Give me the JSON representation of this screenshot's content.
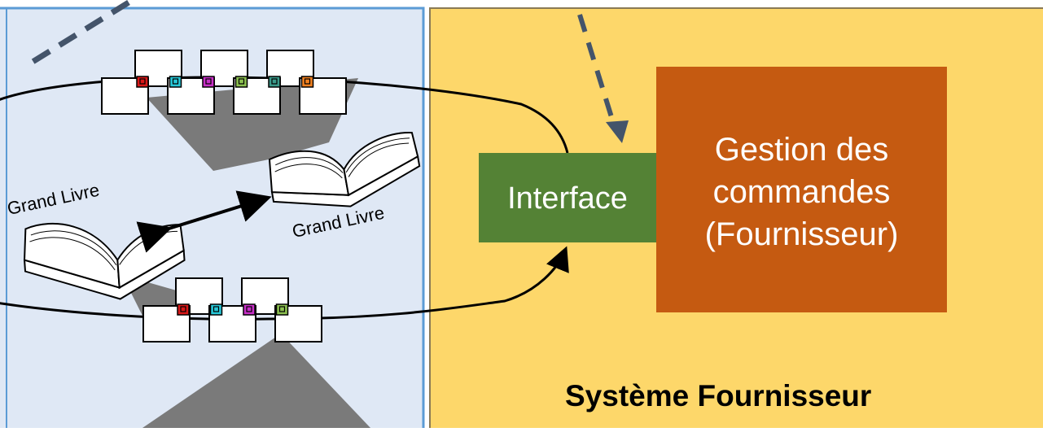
{
  "interface_label": "Interface",
  "order_management": {
    "line1": "Gestion des",
    "line2": "commandes",
    "line3": "(Fournisseur)"
  },
  "supplier_system_title": "Système Fournisseur",
  "ledger_label_left": "Grand Livre",
  "ledger_label_right": "Grand Livre",
  "colors": {
    "left_panel": "#dfe8f5",
    "left_panel_border": "#5b9bd5",
    "supplier_panel": "#fdd76a",
    "supplier_panel_border": "#8a7a55",
    "interface_box": "#548235",
    "order_box": "#c55a11",
    "shadow": "#7a7a7a",
    "dashed_arrow": "#44546a"
  },
  "upper_chain_lock_colors": [
    "#d81818",
    "#28c8d8",
    "#c830c8",
    "#8cc050",
    "#3a9a8a",
    "#f08020"
  ],
  "lower_chain_lock_colors": [
    "#d81818",
    "#28c8d8",
    "#c830c8",
    "#8cc050"
  ]
}
